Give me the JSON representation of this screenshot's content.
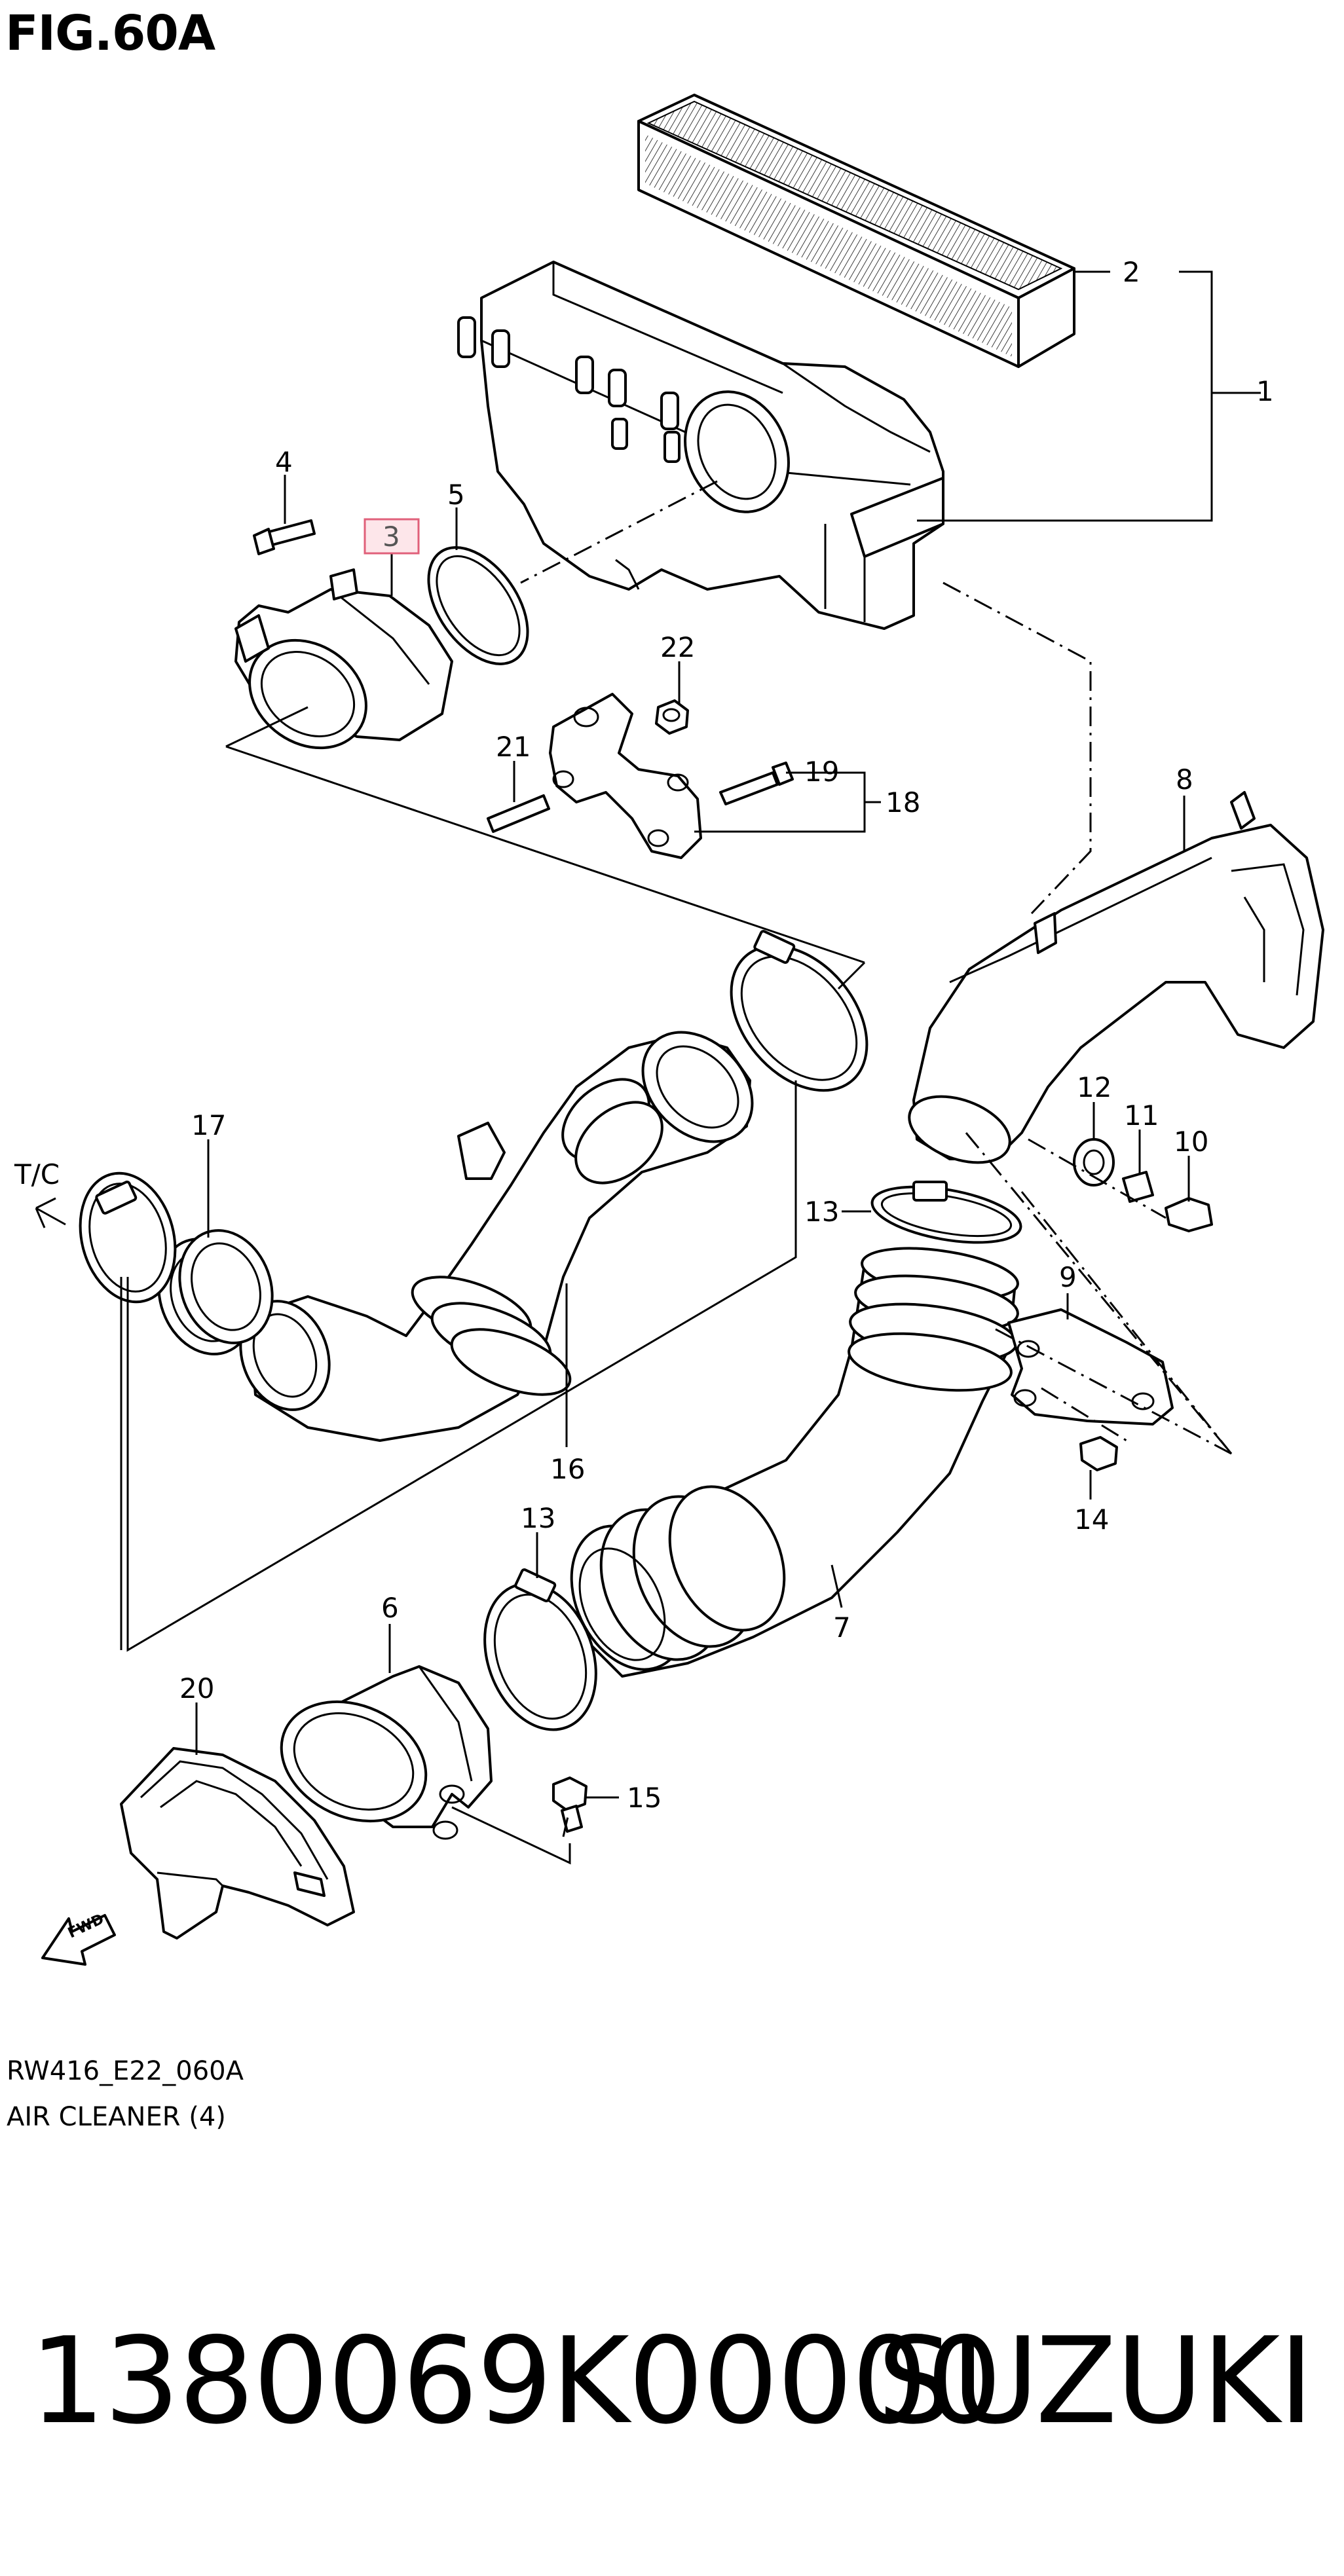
{
  "figure": {
    "title": "FIG.60A",
    "code": "RW416_E22_060A",
    "caption": "AIR CLEANER (4)"
  },
  "labels": {
    "p1": "1",
    "p2": "2",
    "p3": "3",
    "p4": "4",
    "p5": "5",
    "p6": "6",
    "p7": "7",
    "p8": "8",
    "p9": "9",
    "p10": "10",
    "p11": "11",
    "p12": "12",
    "p13a": "13",
    "p13b": "13",
    "p14": "14",
    "p15": "15",
    "p16": "16",
    "p17": "17",
    "p18": "18",
    "p19": "19",
    "p20": "20",
    "p21": "21",
    "p22": "22",
    "tc": "T/C",
    "fwd": "FWD"
  },
  "highlight": {
    "part": "3",
    "color": "#e0607a",
    "fill": "#fde6ea"
  },
  "footer": {
    "part_number": "1380069K00000",
    "brand": "SUZUKI"
  }
}
